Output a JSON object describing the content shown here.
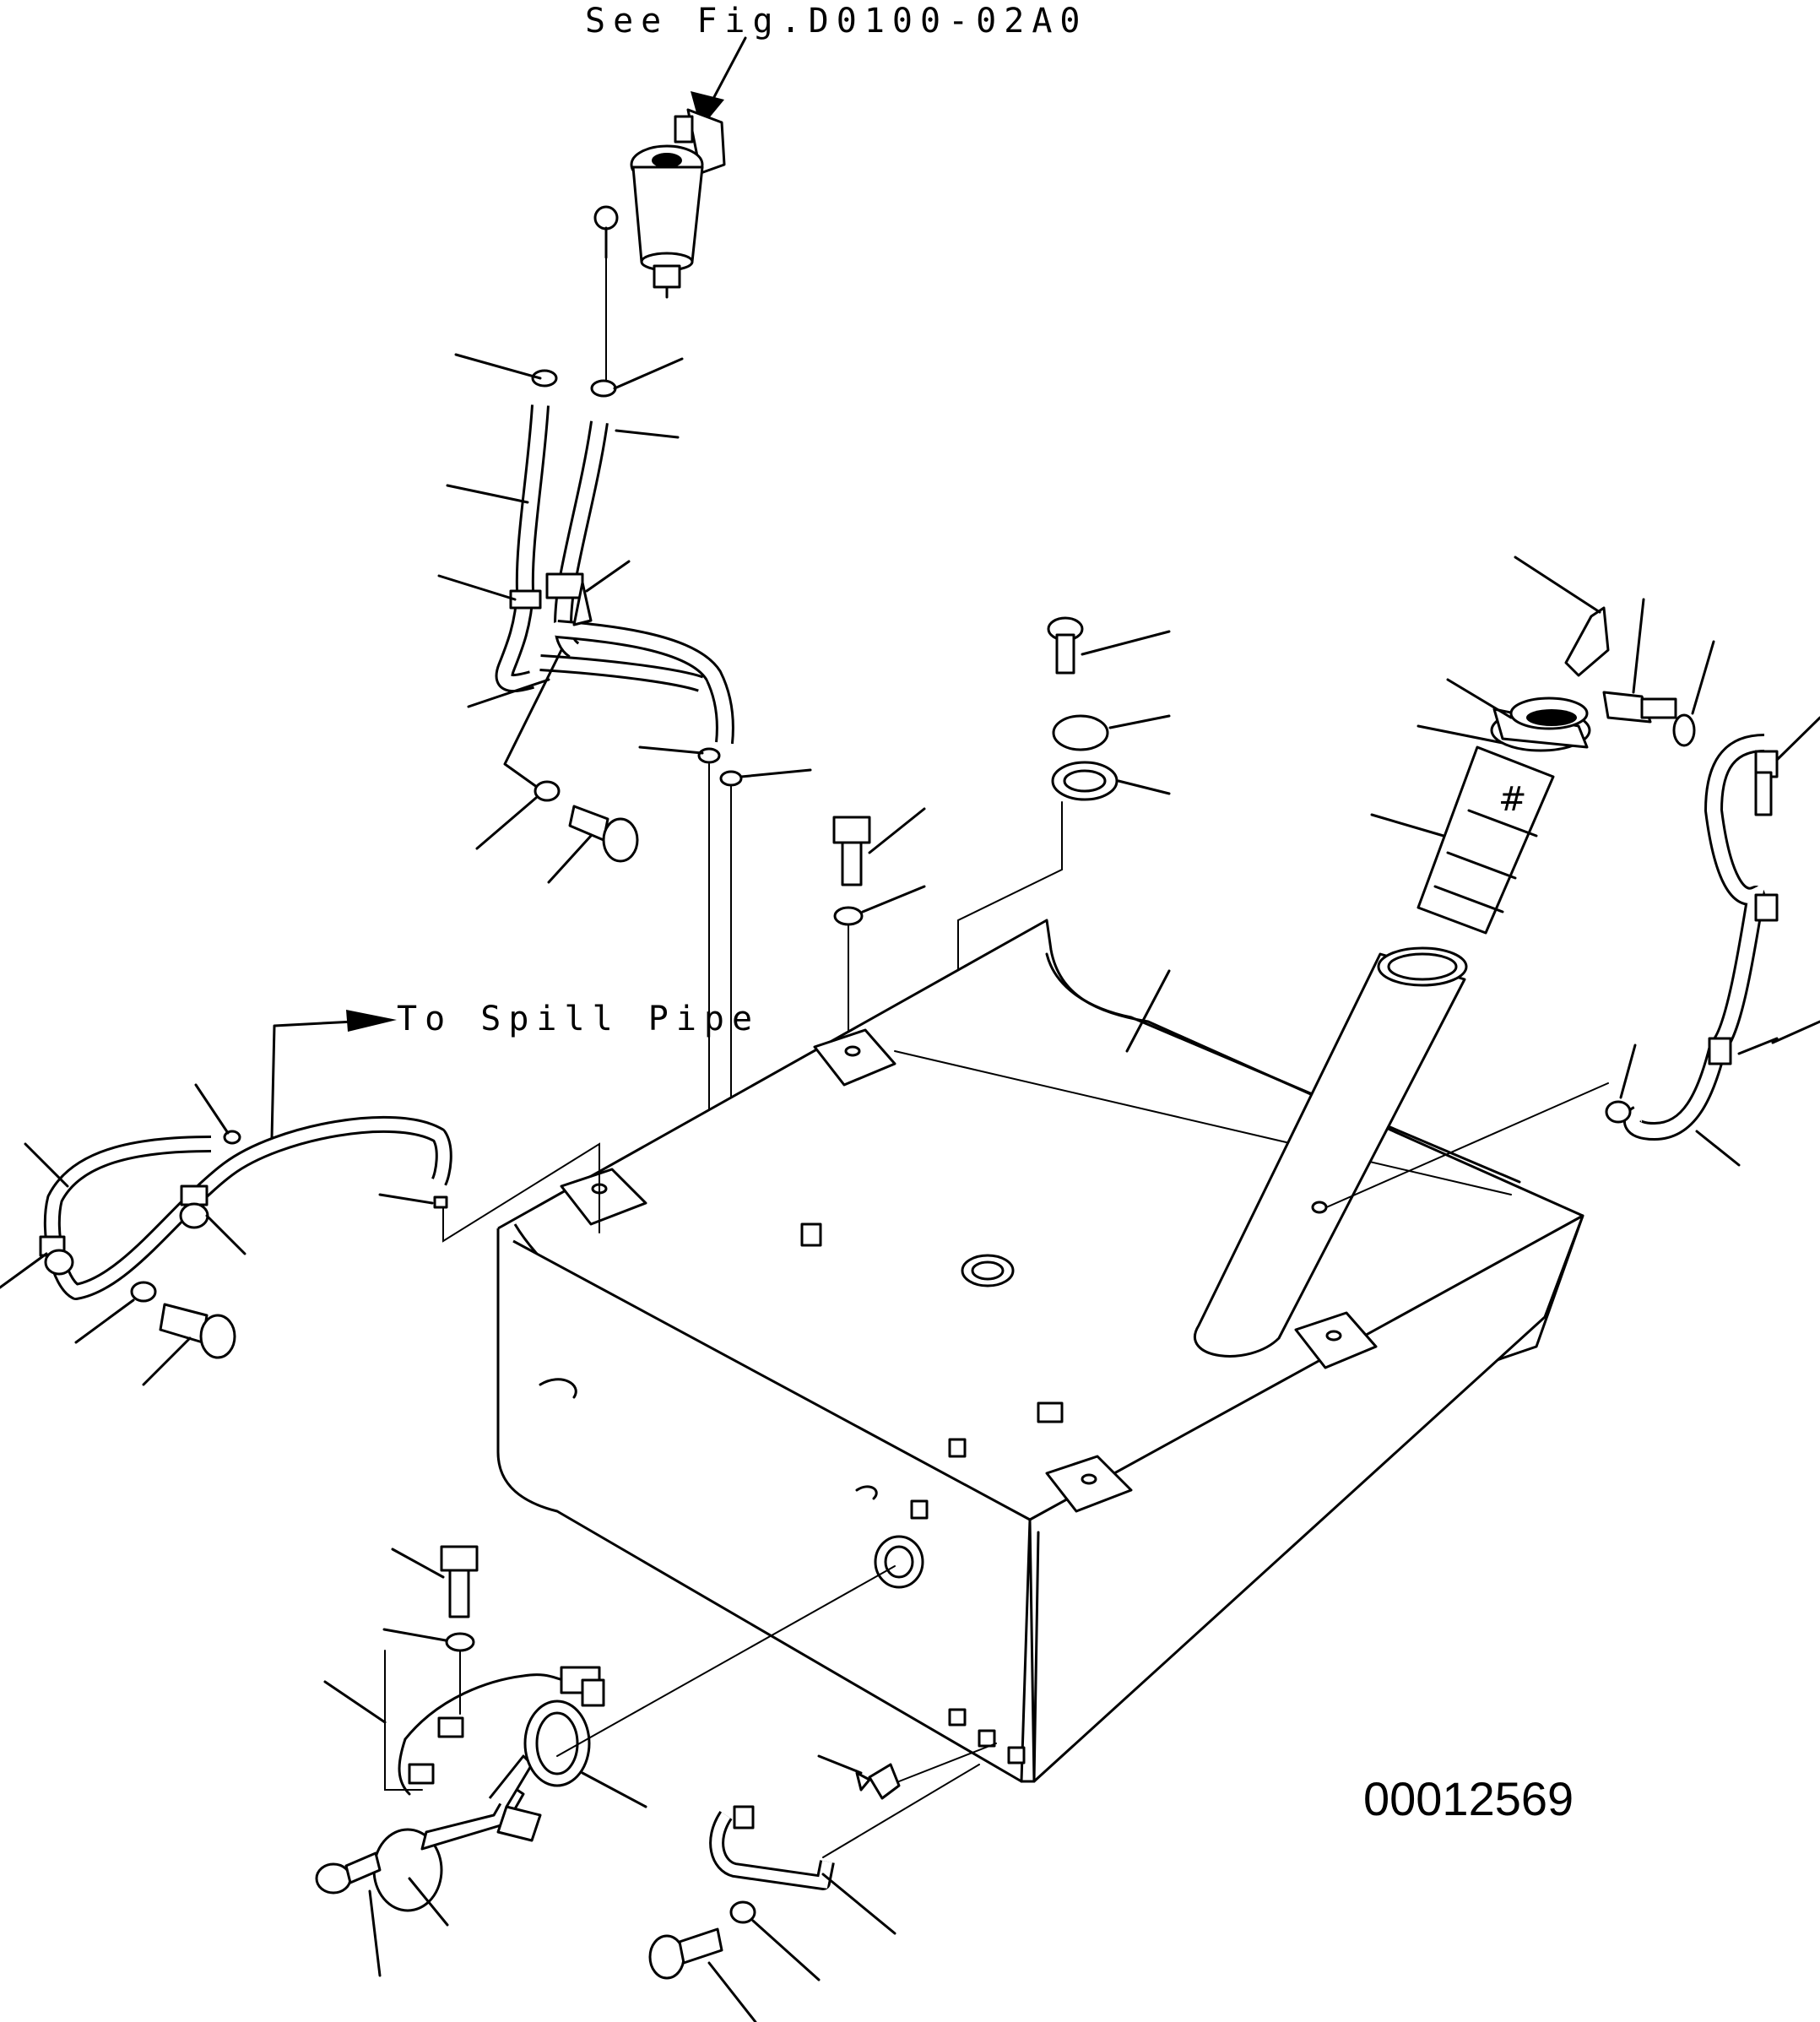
{
  "labels": {
    "reference": "See Fig.D0100-02A0",
    "spill_pipe": "To Spill Pipe",
    "drawing_number": "00012569"
  }
}
